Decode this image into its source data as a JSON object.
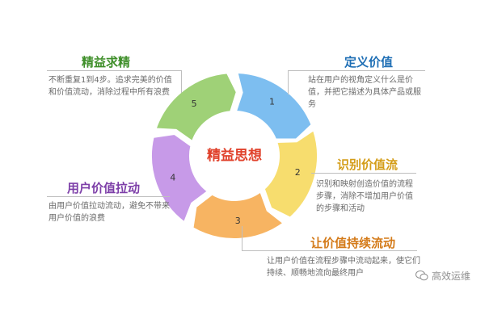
{
  "center_label": "精益思想",
  "watermark": "高效运维",
  "steps": [
    {
      "number": "1",
      "title": "定义价值",
      "description": "站在用户的视角定义什么是价值，并把它描述为具体产品或服务",
      "color": "#7dbef0",
      "title_color": "#1f6fb5"
    },
    {
      "number": "2",
      "title": "识别价值流",
      "description": "识别和映射创造价值的流程步骤，消除不增加用户价值的步骤和活动",
      "color": "#f7dd6e",
      "title_color": "#d49d18"
    },
    {
      "number": "3",
      "title": "让价值持续流动",
      "description": "让用户价值在流程步骤中流动起来，使它们持续、顺畅地流向最终用户",
      "color": "#f7b462",
      "title_color": "#d47b1a"
    },
    {
      "number": "4",
      "title": "用户价值拉动",
      "description": "由用户价值拉动流动，避免不带来用户价值的浪费",
      "color": "#c79ae8",
      "title_color": "#7d3fa8"
    },
    {
      "number": "5",
      "title": "精益求精",
      "description": "不断重复1到4步。追求完美的价值和价值流动，消除过程中所有浪费",
      "color": "#9fd177",
      "title_color": "#3f8f2a"
    }
  ]
}
